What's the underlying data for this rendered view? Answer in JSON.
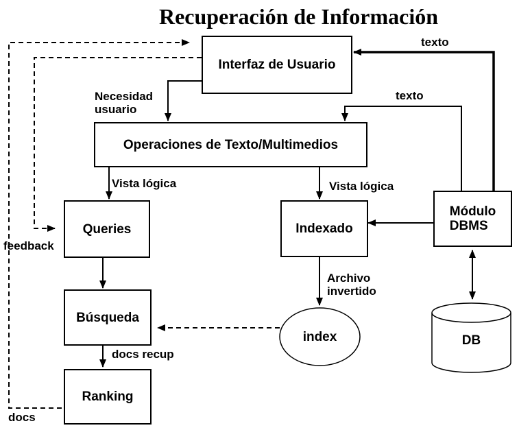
{
  "title": "Recuperación de Información",
  "colors": {
    "line": "#000000",
    "background": "#ffffff",
    "text": "#000000"
  },
  "nodes": {
    "interfaz": {
      "label": "Interfaz de Usuario",
      "shape": "rect"
    },
    "operaciones": {
      "label": "Operaciones de Texto/Multimedios",
      "shape": "rect"
    },
    "queries": {
      "label": "Queries",
      "shape": "rect"
    },
    "indexado": {
      "label": "Indexado",
      "shape": "rect"
    },
    "dbms": {
      "lines": [
        "Módulo",
        "DBMS"
      ],
      "shape": "rect"
    },
    "busqueda": {
      "label": "Búsqueda",
      "shape": "rect"
    },
    "ranking": {
      "label": "Ranking",
      "shape": "rect"
    },
    "index": {
      "label": "index",
      "shape": "ellipse"
    },
    "db": {
      "label": "DB",
      "shape": "cylinder"
    }
  },
  "edge_labels": {
    "texto_top": "texto",
    "texto_mid": "texto",
    "necesidad": [
      "Necesidad",
      "usuario"
    ],
    "vista_left": "Vista lógica",
    "vista_right": "Vista lógica",
    "feedback": "feedback",
    "archivo": [
      "Archivo",
      "invertido"
    ],
    "docs_recup": "docs recup",
    "docs": "docs"
  }
}
